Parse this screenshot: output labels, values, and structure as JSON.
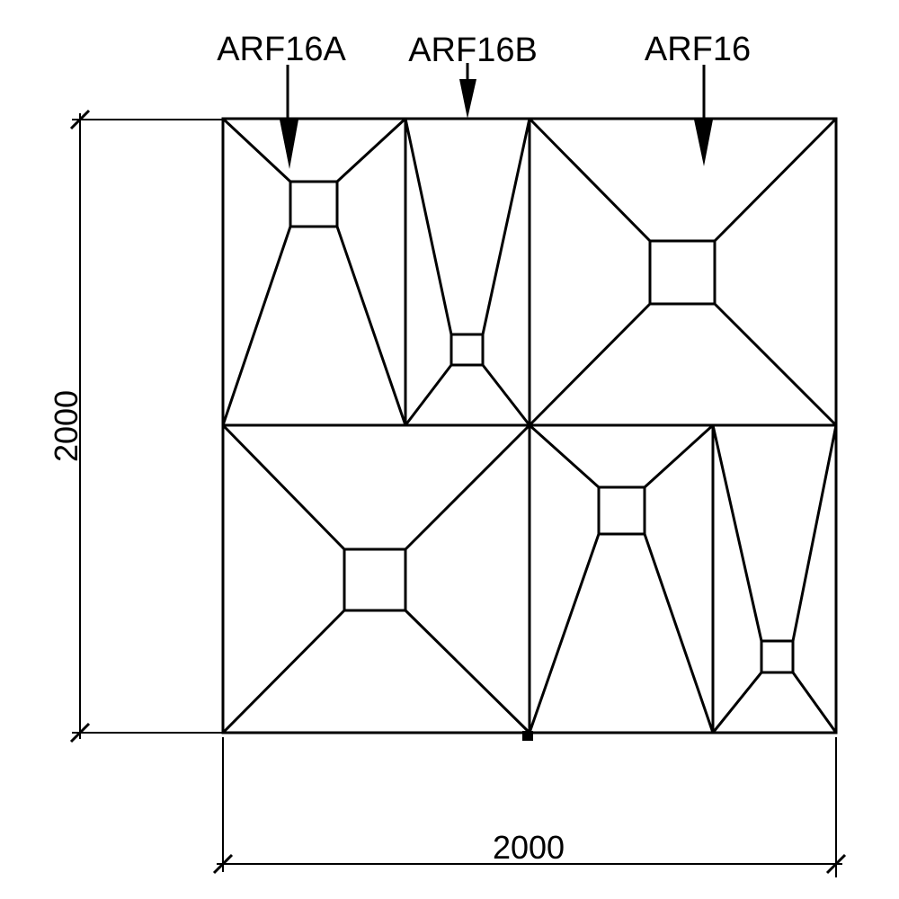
{
  "figure": {
    "type": "panel-layout-plan",
    "background_color": "#ffffff",
    "line_color": "#000000",
    "labels": {
      "arf16a": "ARF16A",
      "arf16b": "ARF16B",
      "arf16": "ARF16"
    },
    "dimensions": {
      "overall_height": "2000",
      "overall_width": "2000"
    }
  }
}
